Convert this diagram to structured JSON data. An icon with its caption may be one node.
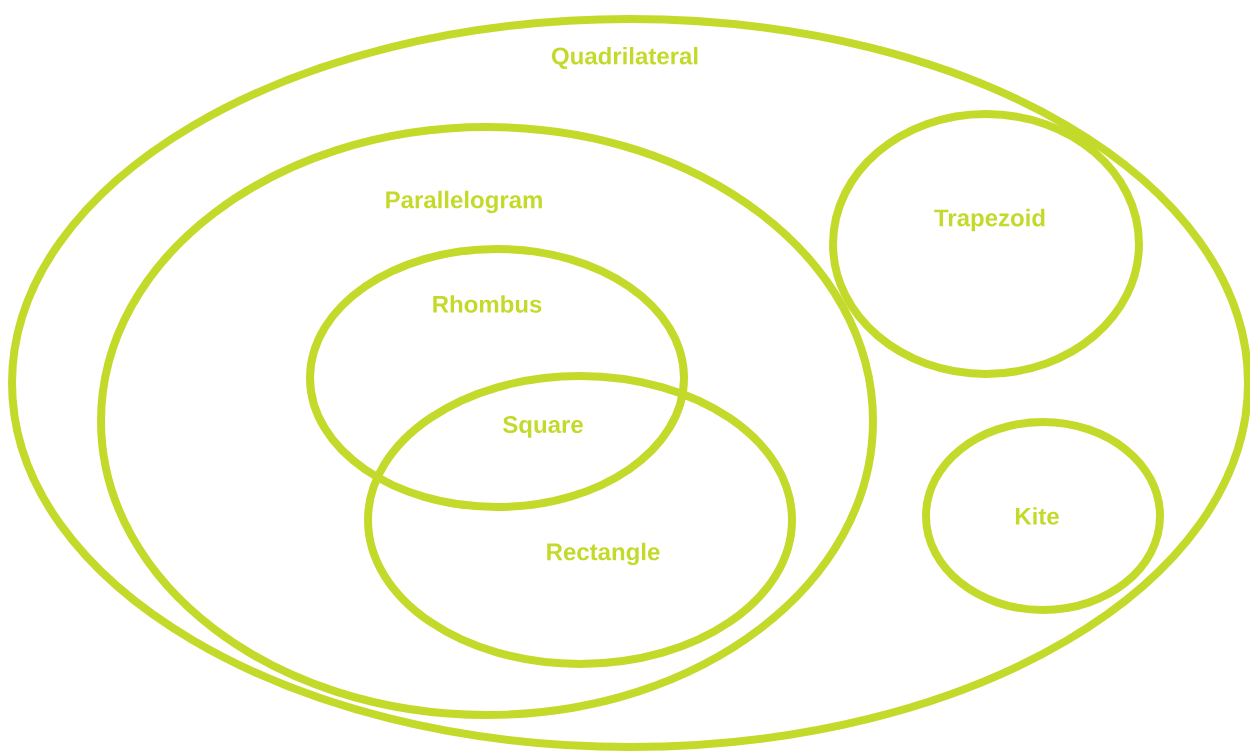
{
  "diagram": {
    "nodes": [
      {
        "text": [
          "Quadrilateral"
        ]
      },
      {
        "text": [
          "Parallelogram"
        ],
        "in": 0
      },
      {
        "text": [
          "Rhombus"
        ],
        "in": 1
      },
      {
        "text": [
          "Rectangle"
        ],
        "in": 1
      },
      {
        "text": [
          "Trapezoid"
        ],
        "in": 0
      },
      {
        "text": [
          "Kite"
        ],
        "in": 0
      }
    ],
    "labels": [
      "Square"
    ]
  }
}
